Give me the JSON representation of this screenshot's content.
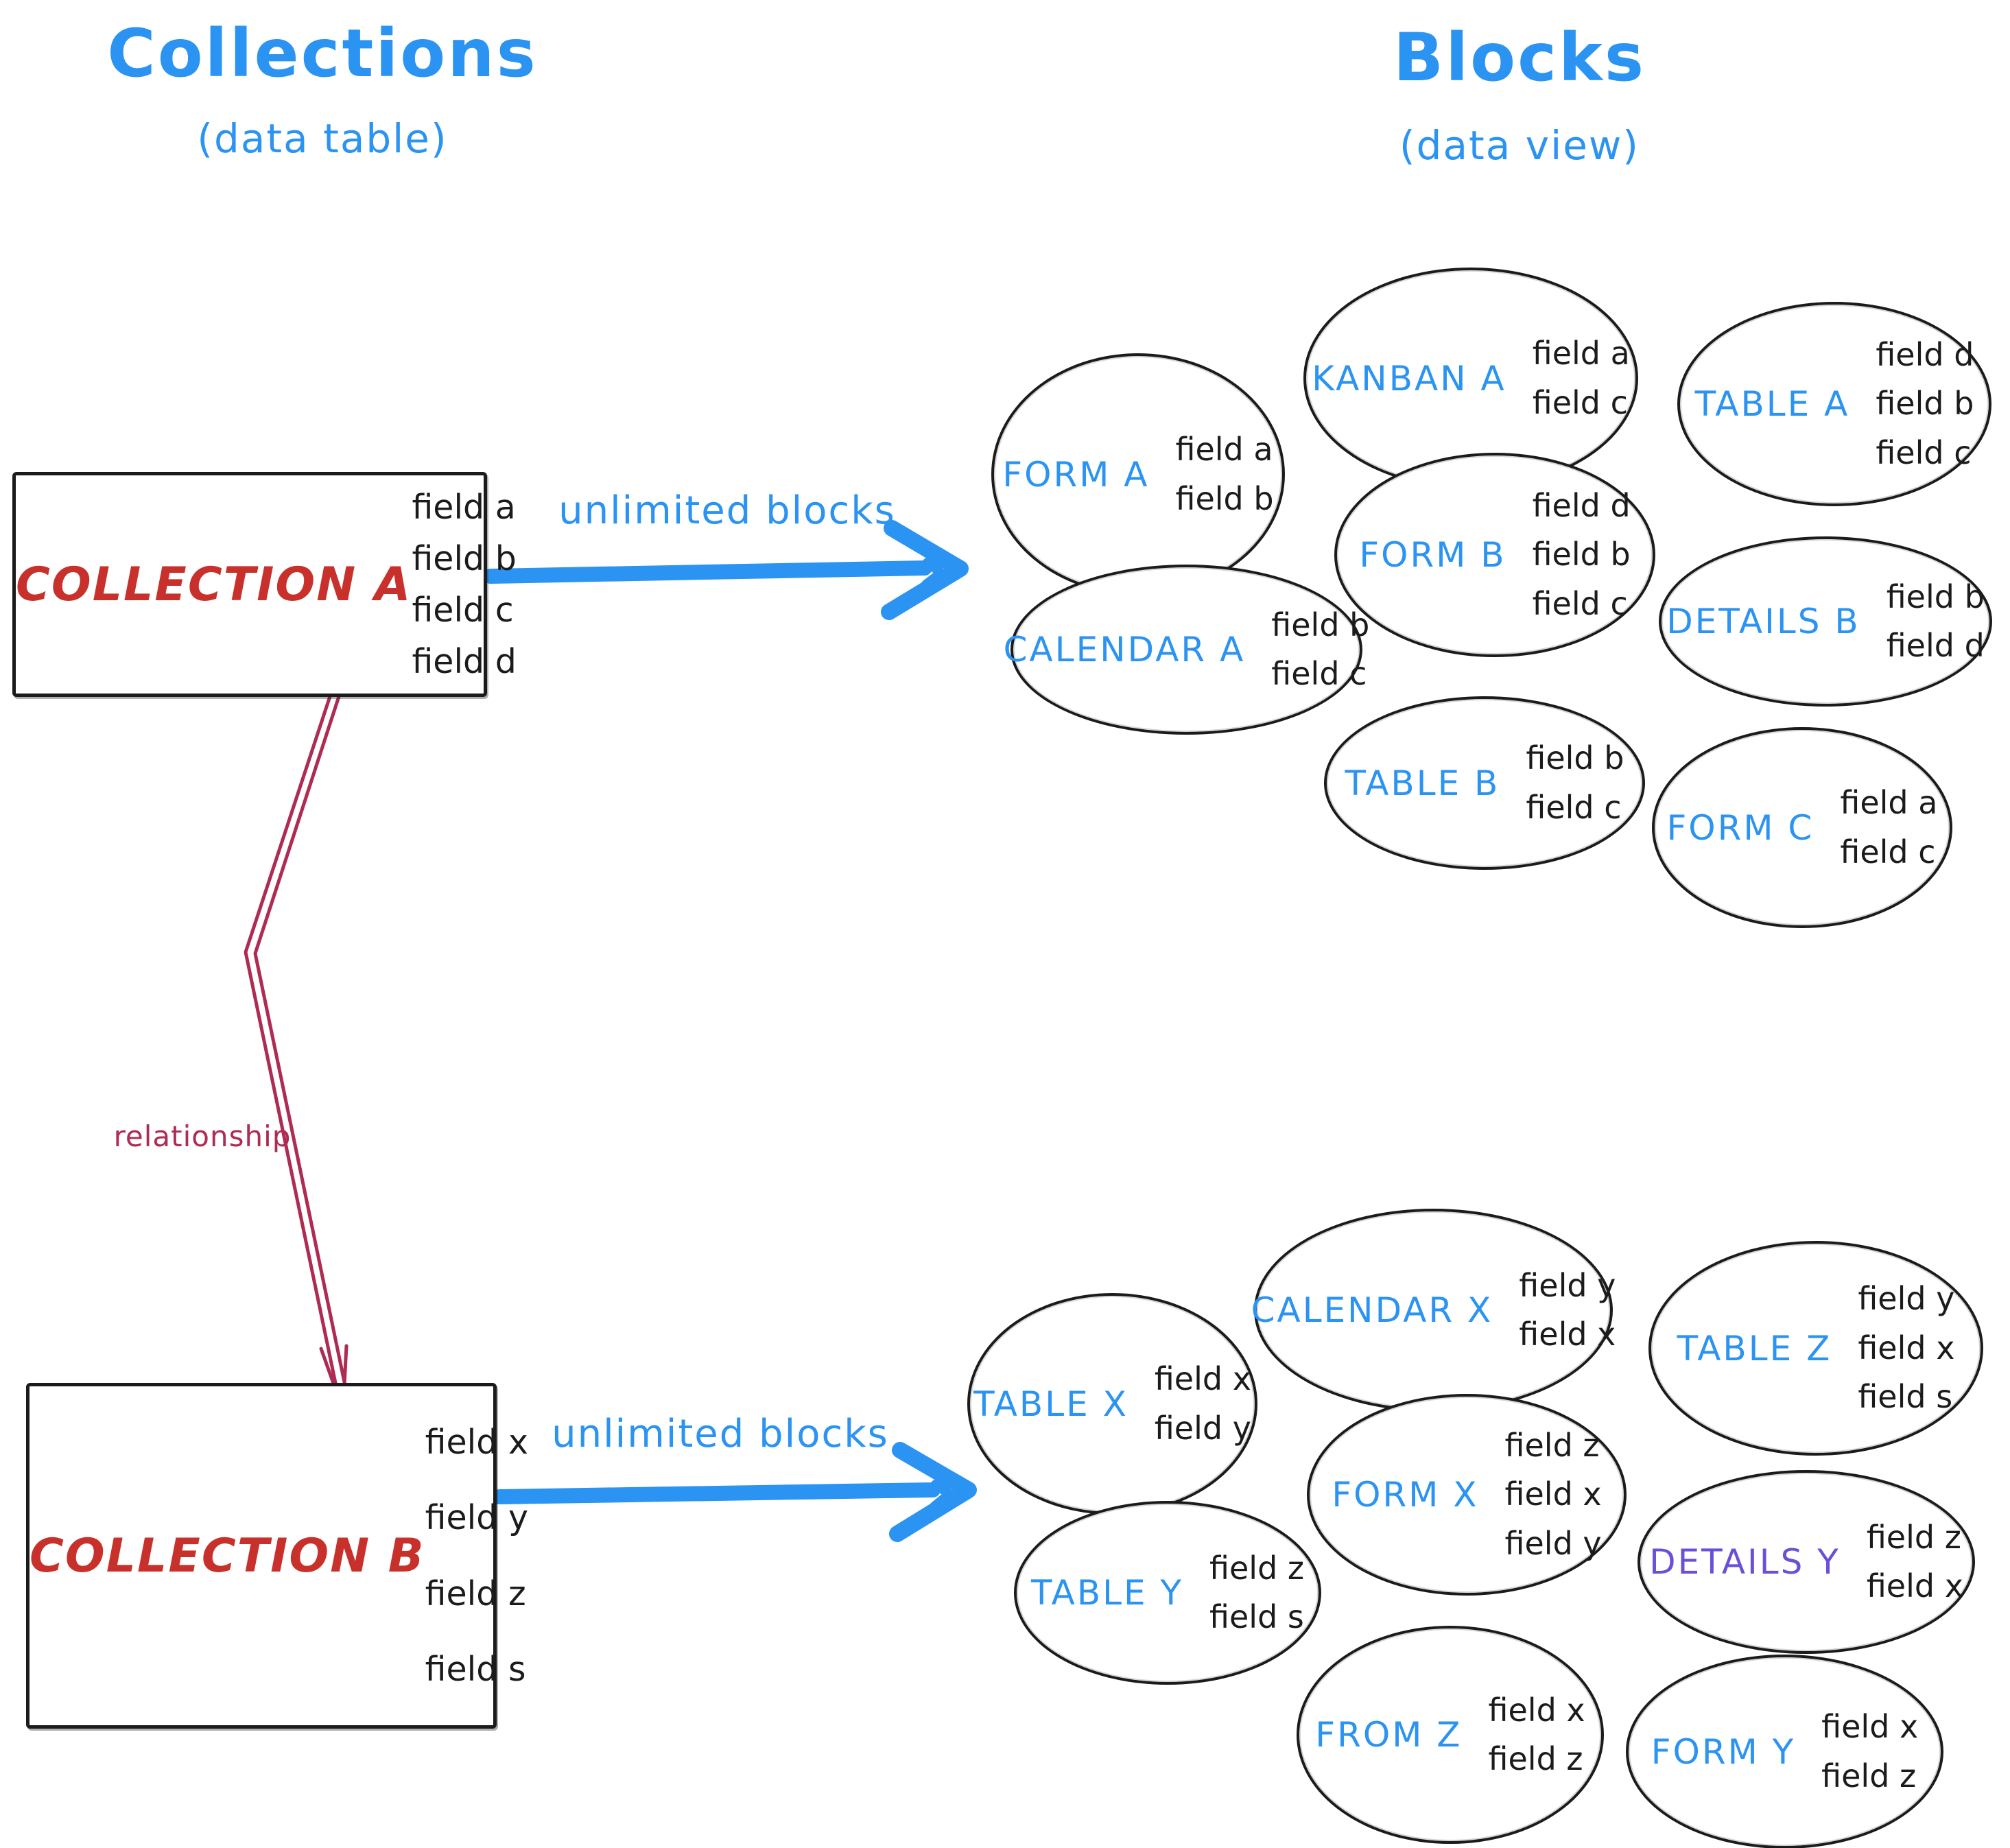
{
  "columns": {
    "left": {
      "title": "Collections",
      "subtitle": "(data table)"
    },
    "right": {
      "title": "Blocks",
      "subtitle": "(data view)"
    }
  },
  "collections": [
    {
      "name": "COLLECTION A",
      "fields": [
        "field a",
        "field b",
        "field c",
        "field d"
      ]
    },
    {
      "name": "COLLECTION B",
      "fields": [
        "field x",
        "field y",
        "field z",
        "field s"
      ]
    }
  ],
  "arrows": {
    "collection_a_label": "unlimited blocks",
    "collection_b_label": "unlimited blocks",
    "relationship_label": "relationship"
  },
  "blocks_a": [
    {
      "name": "FORM A",
      "fields": [
        "field a",
        "field b"
      ]
    },
    {
      "name": "KANBAN A",
      "fields": [
        "field a",
        "field c"
      ]
    },
    {
      "name": "TABLE A",
      "fields": [
        "field d",
        "field b",
        "field c"
      ]
    },
    {
      "name": "FORM B",
      "fields": [
        "field d",
        "field b",
        "field c"
      ]
    },
    {
      "name": "CALENDAR A",
      "fields": [
        "field b",
        "field c"
      ]
    },
    {
      "name": "DETAILS B",
      "fields": [
        "field b",
        "field d"
      ]
    },
    {
      "name": "TABLE B",
      "fields": [
        "field b",
        "field c"
      ]
    },
    {
      "name": "FORM C",
      "fields": [
        "field a",
        "field c"
      ]
    }
  ],
  "blocks_b": [
    {
      "name": "TABLE X",
      "fields": [
        "field x",
        "field y"
      ]
    },
    {
      "name": "CALENDAR X",
      "fields": [
        "field y",
        "field x"
      ]
    },
    {
      "name": "TABLE Z",
      "fields": [
        "field y",
        "field x",
        "field s"
      ]
    },
    {
      "name": "FORM X",
      "fields": [
        "field z",
        "field x",
        "field y"
      ]
    },
    {
      "name": "TABLE Y",
      "fields": [
        "field z",
        "field s"
      ]
    },
    {
      "name": "DETAILS Y",
      "fields": [
        "field z",
        "field x"
      ]
    },
    {
      "name": "FROM Z",
      "fields": [
        "field x",
        "field z"
      ]
    },
    {
      "name": "FORM Y",
      "fields": [
        "field x",
        "field z"
      ]
    }
  ],
  "colors": {
    "accent_blue": "#2b93f2",
    "collection_red": "#c8312b",
    "relationship_crimson": "#ae2b52",
    "details_purple": "#6b4fd9",
    "ink_black": "#1b1b1b"
  }
}
